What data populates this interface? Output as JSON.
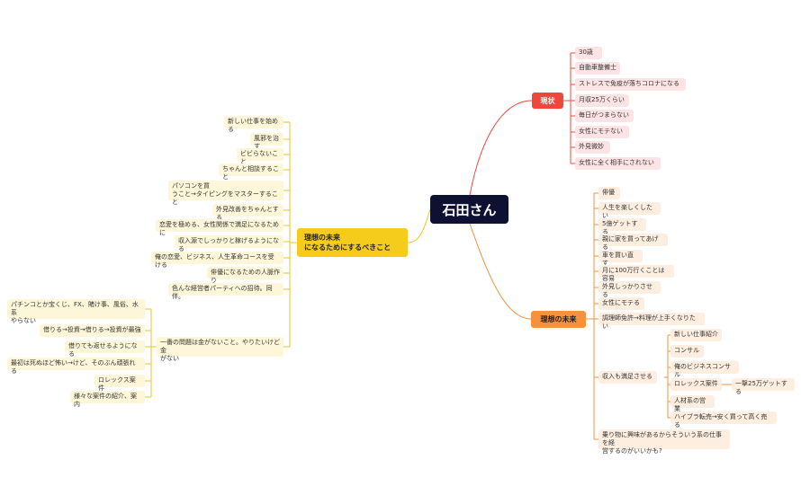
{
  "root": "石田さん",
  "colors": {
    "root": "#0e1131",
    "current": "#f0473c",
    "future": "#f6913e",
    "todo": "#f6cc1c"
  },
  "current": {
    "label": "現状",
    "items": [
      "30歳",
      "自動車整備士",
      "ストレスで免疫が落ちコロナになる",
      "月収25万くらい",
      "毎日がつまらない",
      "女性にモテない",
      "外見微妙",
      "女性に全く相手にされない"
    ]
  },
  "future": {
    "label": "理想の未来",
    "items": [
      "俳優",
      "人生を楽しくしたい",
      "5億ゲットする",
      "親に家を買ってあげる",
      "車を買い直す",
      "月に100万行くことは容易",
      "外見しっかりさせる",
      "女性にモテる",
      "調理師免許→料理が上手くなりたい",
      "収入も満足させる",
      "乗り物に興味があるからそういう系の仕事を経\n営するのがいいかも?"
    ],
    "income_children": [
      "新しい仕事紹介",
      "コンサル",
      "俺のビジネスコンサル",
      "ロレックス案件",
      "人材系の営業",
      "ハイブラ転売→安く買って高く売る"
    ],
    "rolex_child": "一撃25万ゲットする"
  },
  "todo": {
    "label": "理想の未来\nになるためにするべきこと",
    "items": [
      "新しい仕事を始める",
      "風邪を治す",
      "ビビらないこと",
      "ちゃんと相談すること",
      "パソコンを買\nうこと→タイピングをマスターすること",
      "外見改善をちゃんとする",
      "恋愛を極める、女性関係で満足になるために",
      "収入源でしっかりと稼げるようになる",
      "俺の恋愛、ビジネス、人生革命コースを受ける",
      "俳優になるための人脈作り",
      "色んな経営者パーティへの招待。同伴。",
      "一番の問題は金がないこと。やりたいけど金\nがない"
    ],
    "money_children": [
      "パチンコとか宝くじ、FX、賭け事、風俗、水系\nやらない",
      "借りる→投資→借りる→投資が最強",
      "借りても返せるようになる",
      "最初は死ぬほど怖い→けど、そのぶん頑張れる",
      "ロレックス案件",
      "様々な案件の紹介、案内"
    ]
  }
}
